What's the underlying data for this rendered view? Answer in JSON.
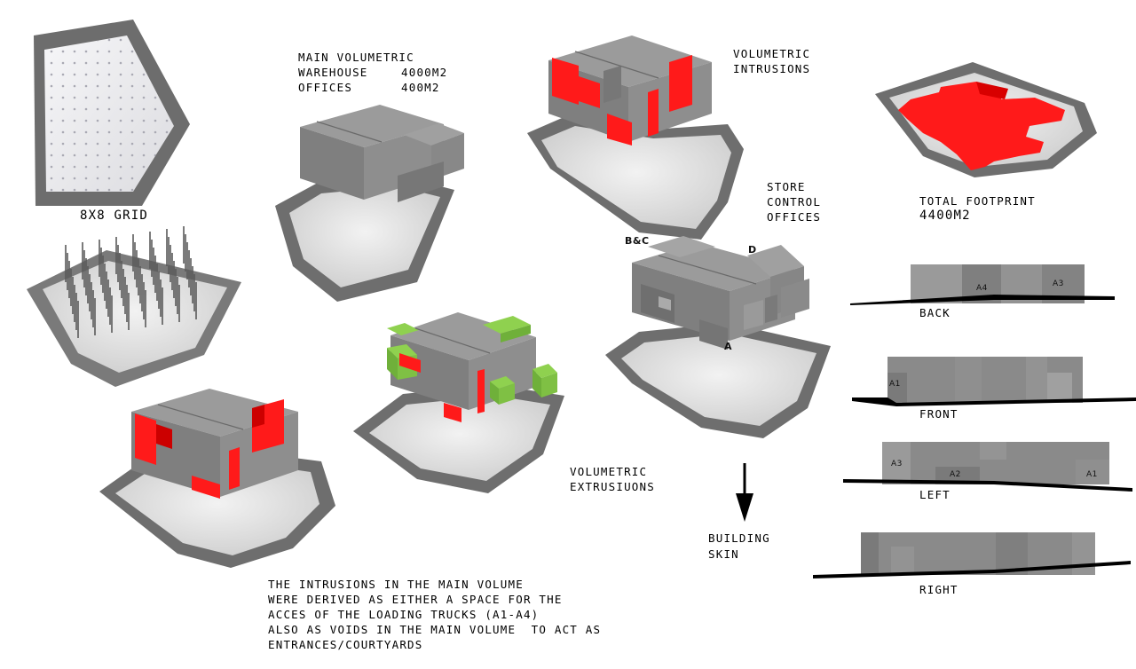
{
  "labels": {
    "grid": "8x8 grid",
    "main_volumetric": "MAIN VOLUMETRIC",
    "warehouse_label": "WAREHOUSE",
    "warehouse_area": "4000m2",
    "offices_label": "OFFICES",
    "offices_area": "400m2",
    "intrusions_line1": "VOLUMETRIC",
    "intrusions_line2": "INTRUSIONS",
    "total_footprint_line1": "TOTAL FOOTPRINT",
    "total_footprint_line2": "4400m2",
    "store": "STORE",
    "control": "CONTROL",
    "offices2": "OFFICES",
    "extrusions_line1": "VOLUMETRIC",
    "extrusions_line2": "EXTRUSIUONS",
    "building_skin_line1": "BUILDING",
    "building_skin_line2": "SKIN",
    "tag_bc": "B&C",
    "tag_d": "D",
    "tag_a": "A"
  },
  "elevations": {
    "back": "BACK",
    "front": "FRONT",
    "left": "LEFT",
    "right": "RIGHT",
    "a1": "A1",
    "a2": "A2",
    "a3": "A3",
    "a4": "A4"
  },
  "description": {
    "line1": "THE INTRUSIONS IN THE MAIN VOLUME",
    "line2": "WERE DERIVED AS EITHER A SPACE FOR THE",
    "line3": "ACCES OF THE LOADING TRUCKS (A1-A4)",
    "line4": "ALSO AS VOIDS IN THE MAIN VOLUME  TO ACT AS",
    "line5": "ENTRANCES/COURTYARDS"
  },
  "colors": {
    "intrusion": "#ff1a1a",
    "extrusion": "#8fd14f",
    "volume": "#8c8c8c",
    "site_border": "#6e6e6e",
    "site_fill": "#e2e2e2"
  }
}
